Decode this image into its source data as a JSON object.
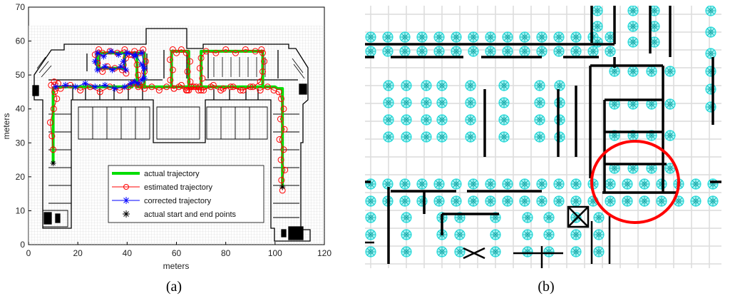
{
  "chart_data": [
    {
      "type": "line",
      "panel_label": "(a)",
      "xlabel": "meters",
      "ylabel": "meters",
      "xlim": [
        0,
        120
      ],
      "ylim": [
        0,
        70
      ],
      "xticks": [
        0,
        20,
        40,
        60,
        80,
        100,
        120
      ],
      "yticks": [
        0,
        10,
        20,
        30,
        40,
        50,
        60,
        70
      ],
      "grid": true,
      "legend_position": "lower-center",
      "series": [
        {
          "name": "actual trajectory",
          "color": "#00dd00",
          "marker": "none",
          "x": [
            10,
            10,
            12,
            42,
            42,
            47,
            47,
            39,
            39,
            28,
            28,
            44,
            44,
            95,
            95,
            70,
            70,
            58,
            58,
            65,
            65,
            100,
            101,
            103,
            103
          ],
          "y": [
            24,
            46,
            46.5,
            46.5,
            47,
            47,
            56.5,
            56.5,
            52,
            52,
            56.5,
            56.5,
            46.5,
            46.5,
            57,
            57,
            46.5,
            46.5,
            57,
            57,
            46.5,
            46.5,
            46,
            46,
            17
          ]
        },
        {
          "name": "estimated trajectory",
          "color": "#ff0000",
          "marker": "circle",
          "x": [
            10,
            9.5,
            8.8,
            10.2,
            11.5,
            10.6,
            9.2,
            10.4,
            12,
            11,
            13,
            17,
            21,
            25,
            29,
            33,
            37,
            40.5,
            42.5,
            44.5,
            46,
            47,
            47.5,
            46.5,
            45,
            43,
            41,
            39.5,
            38.5,
            39.6,
            38,
            35,
            32,
            30,
            28,
            27,
            28.5,
            30,
            33,
            36,
            39,
            42,
            44,
            44.5,
            45,
            47,
            50,
            53,
            56,
            59,
            62,
            65,
            68,
            71,
            75,
            79,
            83,
            87,
            91,
            94,
            95,
            95.6,
            94.5,
            95,
            92,
            88,
            84,
            80,
            76,
            72,
            70,
            69.5,
            70.5,
            69.4,
            69,
            67,
            64,
            61,
            59,
            57.5,
            58.5,
            57.4,
            58.5,
            60,
            62,
            64,
            65.5,
            64.5,
            65.6,
            64.4,
            66,
            70,
            74,
            78,
            82,
            86,
            90,
            94,
            97,
            99.5,
            101.5,
            102.5,
            103.5,
            102.2,
            103.8,
            101.8,
            103.5,
            102.4,
            104,
            102.6,
            103
          ],
          "y": [
            28,
            32,
            36,
            40,
            43,
            45,
            47,
            48,
            47.5,
            46,
            46,
            47,
            45.5,
            46.5,
            45,
            46.5,
            45.5,
            46.5,
            47.5,
            46.5,
            48,
            51,
            54,
            57.5,
            56.5,
            57,
            56,
            55,
            53,
            50.5,
            51.5,
            52,
            52.5,
            51,
            53.5,
            56,
            57.5,
            56.5,
            57,
            56.5,
            57.5,
            56,
            53,
            50,
            47,
            46,
            46.5,
            45.5,
            46.5,
            46,
            47,
            45.5,
            46.5,
            45.5,
            47,
            46,
            46.5,
            45.5,
            46.5,
            48,
            51,
            54,
            57.5,
            56.5,
            57,
            57.5,
            56.5,
            57.5,
            56.5,
            57,
            55,
            52,
            49,
            46.5,
            45.5,
            46.5,
            45.5,
            46.5,
            46,
            48.5,
            51.5,
            54.5,
            57.5,
            56.5,
            57.5,
            56.5,
            54,
            51,
            48,
            45.5,
            46.5,
            45.5,
            46.5,
            45.5,
            46.5,
            45.5,
            46.5,
            45.5,
            46.5,
            45.5,
            45,
            43,
            40,
            37,
            34,
            31,
            28,
            25,
            22,
            19,
            16
          ]
        },
        {
          "name": "corrected trajectory",
          "color": "#0000ff",
          "marker": "star",
          "x": [
            11,
            15,
            19,
            23,
            27,
            31,
            35,
            39,
            41.5,
            43,
            44.5,
            46,
            47,
            46,
            43,
            40,
            38.5,
            39.5,
            37.5,
            34,
            31,
            28,
            27,
            28,
            30.5,
            33.5,
            36.5,
            40,
            43.5,
            46,
            47
          ],
          "y": [
            46.5,
            47,
            46.5,
            47.5,
            46.5,
            47,
            46,
            46.5,
            47.5,
            48,
            47.5,
            48.5,
            52,
            56.5,
            55.5,
            56.5,
            54,
            51.5,
            52.5,
            51.5,
            52.5,
            51.5,
            54,
            56.5,
            55.5,
            57,
            56,
            56.5,
            56,
            53,
            49
          ]
        },
        {
          "name": "actual start and end points",
          "color": "#000000",
          "marker": "asterisk",
          "x": [
            10,
            103
          ],
          "y": [
            24,
            17
          ]
        }
      ]
    },
    {
      "type": "other",
      "panel_label": "(b)",
      "wall_color": "#000000",
      "marker_color": "#22dddd",
      "highlight_color": "#ff0000"
    }
  ]
}
